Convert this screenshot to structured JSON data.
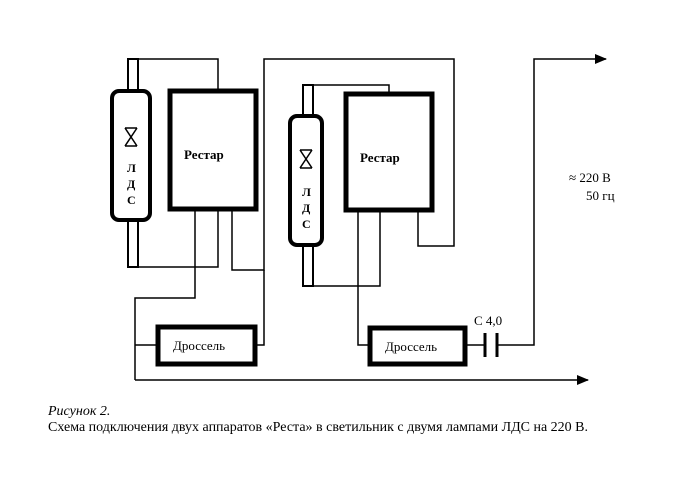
{
  "unit1": {
    "lamp_label": [
      "Л",
      "Д",
      "С"
    ],
    "device_label": "Рестар",
    "choke_label": "Дроссель"
  },
  "unit2": {
    "lamp_label": [
      "Л",
      "Д",
      "С"
    ],
    "device_label": "Рестар",
    "choke_label": "Дроссель"
  },
  "capacitor_label": "С 4,0",
  "supply": {
    "line1": "≈ 220 В",
    "line2": "50 гц"
  },
  "caption": {
    "figure": "Рисунок 2.",
    "text": "Схема подключения двух аппаратов «Реста» в светильник с двумя лампами ЛДС на 220 В."
  }
}
